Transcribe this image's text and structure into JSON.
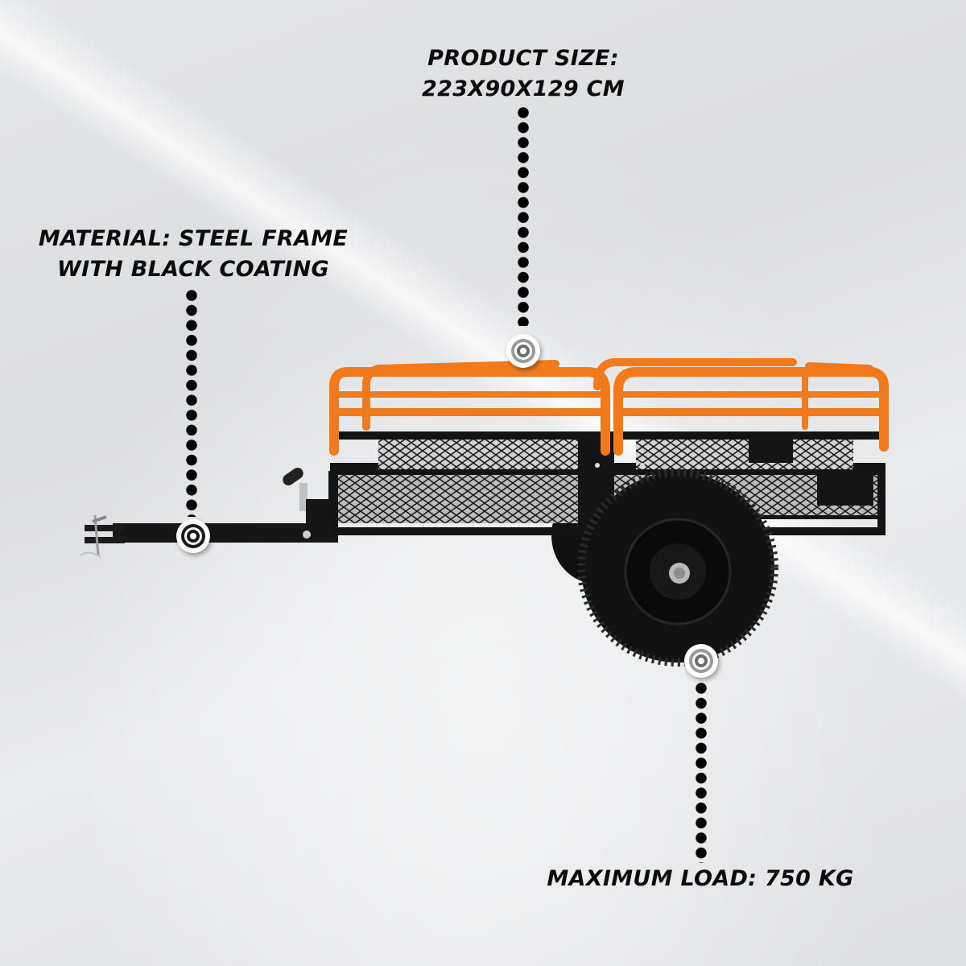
{
  "product": {
    "name": "Utility trailer with orange side rails and mesh bed",
    "colors": {
      "rail": "#f07a1c",
      "frame": "#141414",
      "background": "#e3e4e6",
      "text": "#0c0c0c"
    }
  },
  "callouts": [
    {
      "id": "size",
      "line1": "PRODUCT SIZE:",
      "line2": "223X90X129 CM"
    },
    {
      "id": "material",
      "line1": "MATERIAL: STEEL FRAME",
      "line2": "WITH BLACK COATING"
    },
    {
      "id": "load",
      "line1": "MAXIMUM LOAD: 750 KG"
    }
  ]
}
